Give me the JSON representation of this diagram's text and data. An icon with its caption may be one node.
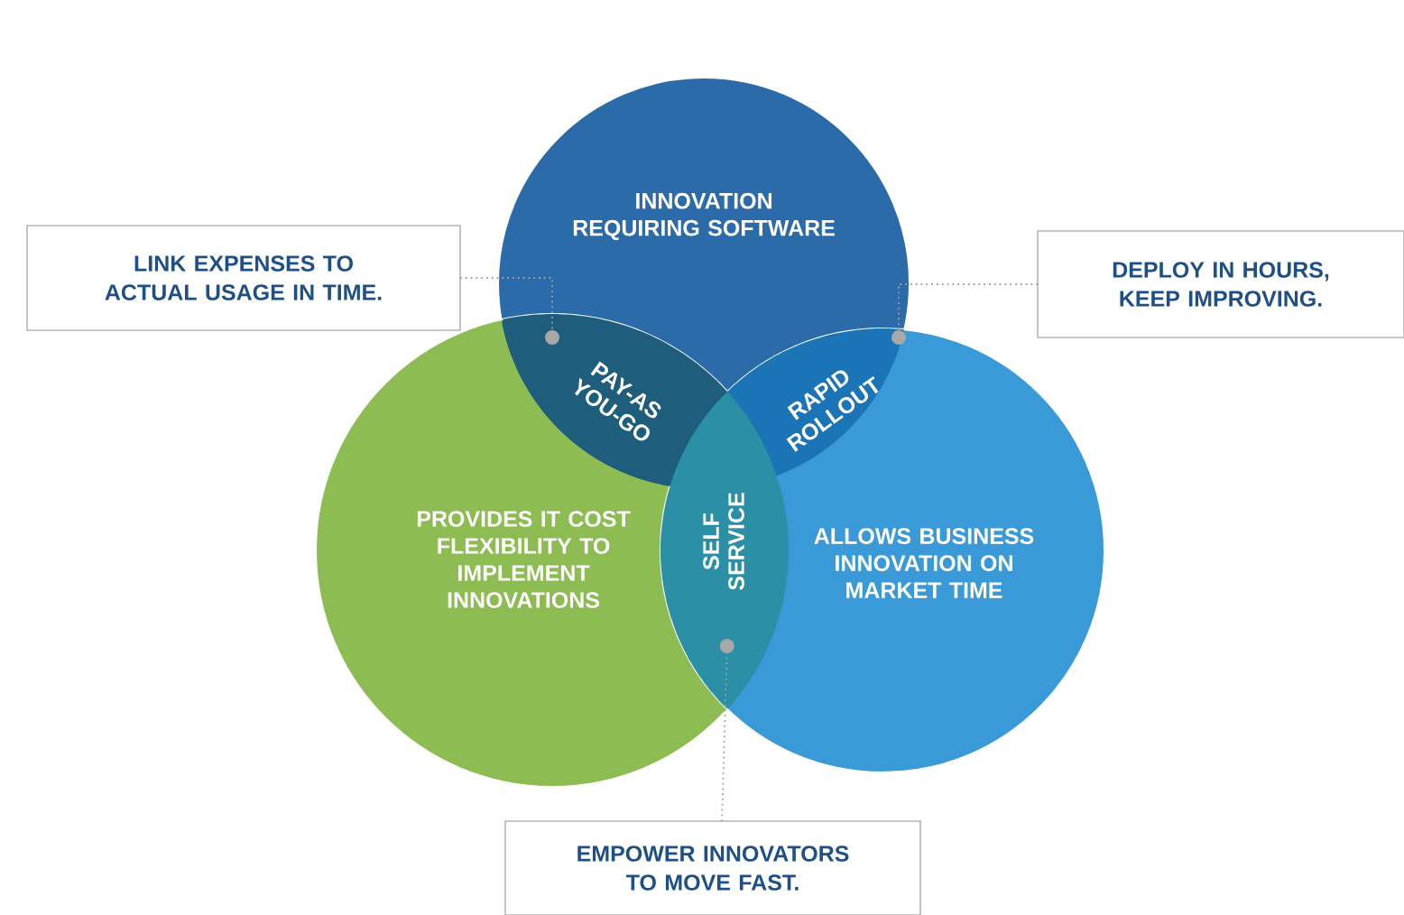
{
  "diagram": {
    "nodes": [
      {
        "text": [
          "INNOVATION REQUIRING SOFTWARE"
        ]
      },
      {
        "text": [
          "PROVIDES IT COST FLEXIBILITY TO IMPLEMENT INNOVATIONS"
        ]
      },
      {
        "text": [
          "ALLOWS BUSINESS INNOVATION ON MARKET TIME"
        ]
      },
      {
        "text": [
          "PAY-AS YOU-GO"
        ]
      },
      {
        "text": [
          "RAPID ROLLOUT"
        ]
      },
      {
        "text": [
          "SELF SERVICE"
        ]
      },
      {
        "text": [
          "LINK EXPENSES TO ACTUAL USAGE IN TIME."
        ]
      },
      {
        "text": [
          "DEPLOY IN HOURS, KEEP IMPROVING."
        ]
      },
      {
        "text": [
          "EMPOWER INNOVATORS TO MOVE FAST."
        ]
      }
    ],
    "edges": [
      {
        "from": 6,
        "to": 3,
        "arrow": "other",
        "style": "dashed"
      },
      {
        "from": 7,
        "to": 4,
        "arrow": "other",
        "style": "dashed"
      },
      {
        "from": 8,
        "to": 5,
        "arrow": "other",
        "style": "dashed"
      }
    ]
  }
}
